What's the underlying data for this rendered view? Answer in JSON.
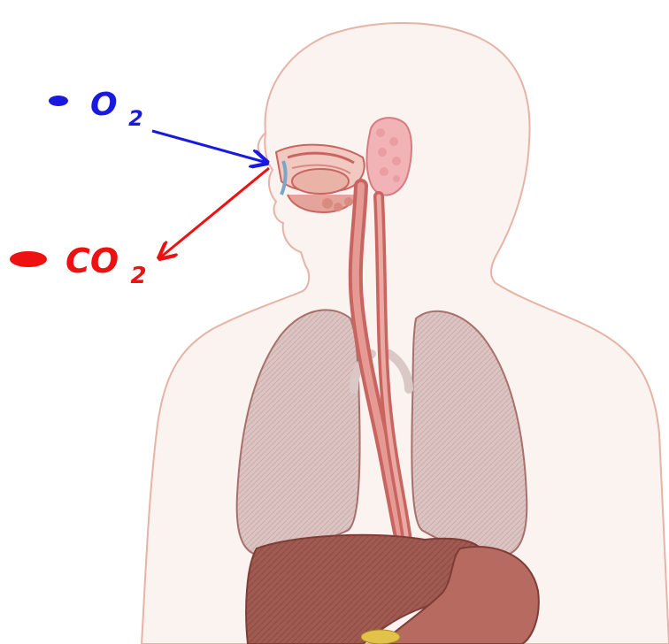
{
  "labels": {
    "oxygen": {
      "main": "O",
      "sub": "2",
      "color": "#1a1adf",
      "marker": "blue-dot"
    },
    "carbon_dioxide": {
      "main": "CO",
      "sub": "2",
      "color": "#ee1111",
      "marker": "red-dot"
    }
  },
  "colors": {
    "skin_outline": "#e6b3a6",
    "skin_fill": "#fbf3f0",
    "lung_fill": "#dcc4c2",
    "lung_outline": "#a8706c",
    "airway": "#c96560",
    "liver": "#a05a52",
    "stomach": "#b66a60",
    "oxygen_arrow": "#1a1adf",
    "co2_arrow": "#ee1111"
  }
}
